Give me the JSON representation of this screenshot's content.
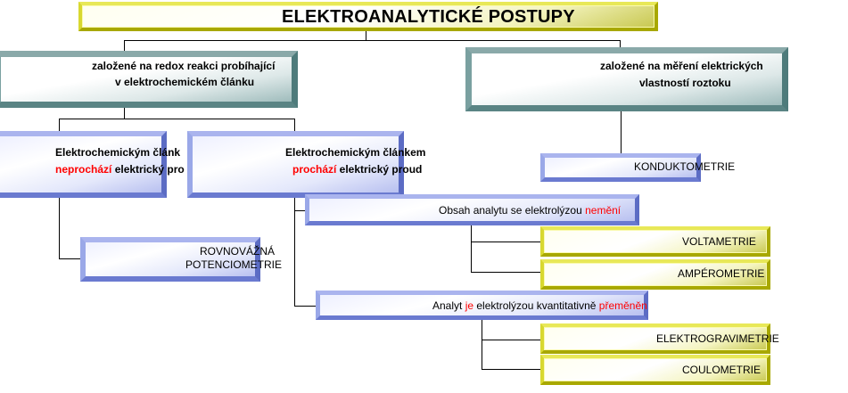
{
  "diagram": {
    "title": "ELEKTROANALYTICKÉ POSTUPY",
    "branches": [
      {
        "id": "redox",
        "label_line1": "založené na redox reakci probíhající",
        "label_line2": "v elektrochemickém článku",
        "children": [
          {
            "id": "no-current",
            "line1": "Elektrochemickým článk",
            "line2_red": "neprochází",
            "line2_rest": " elektrický pro",
            "children": [
              {
                "id": "rovnovazna",
                "line1": "ROVNOVÁŽNÁ",
                "line2": "POTENCIOMETRIE"
              }
            ]
          },
          {
            "id": "current",
            "line1": "Elektrochemickým článkem",
            "line2_red": "prochází",
            "line2_rest": " elektrický proud",
            "children": [
              {
                "id": "unchanged",
                "text_black": "Obsah analytu se elektrolýzou ",
                "text_red": "nemění",
                "children": [
                  {
                    "id": "voltametrie",
                    "label": "VOLTAMETRIE"
                  },
                  {
                    "id": "amperometrie",
                    "label": "AMPÉROMETRIE"
                  }
                ]
              },
              {
                "id": "converted",
                "text_a": "Analyt ",
                "text_red1": "je",
                "text_b": " elektrolýzou kvantitativně ",
                "text_red2": "přeměněn",
                "children": [
                  {
                    "id": "elektrogravimetrie",
                    "label": "ELEKTROGRAVIMETRIE"
                  },
                  {
                    "id": "coulometrie",
                    "label": "COULOMETRIE"
                  }
                ]
              }
            ]
          }
        ]
      },
      {
        "id": "properties",
        "label_line1": "založené na měření elektrických",
        "label_line2": "vlastností roztoku",
        "children": [
          {
            "id": "konduktometrie",
            "label": "KONDUKTOMETRIE"
          }
        ]
      }
    ],
    "colors": {
      "emphasis_red": "#ff0000",
      "yellow_frame": "#c8c820",
      "teal_frame": "#5a8484",
      "blue_frame": "#6a7ad0"
    }
  }
}
